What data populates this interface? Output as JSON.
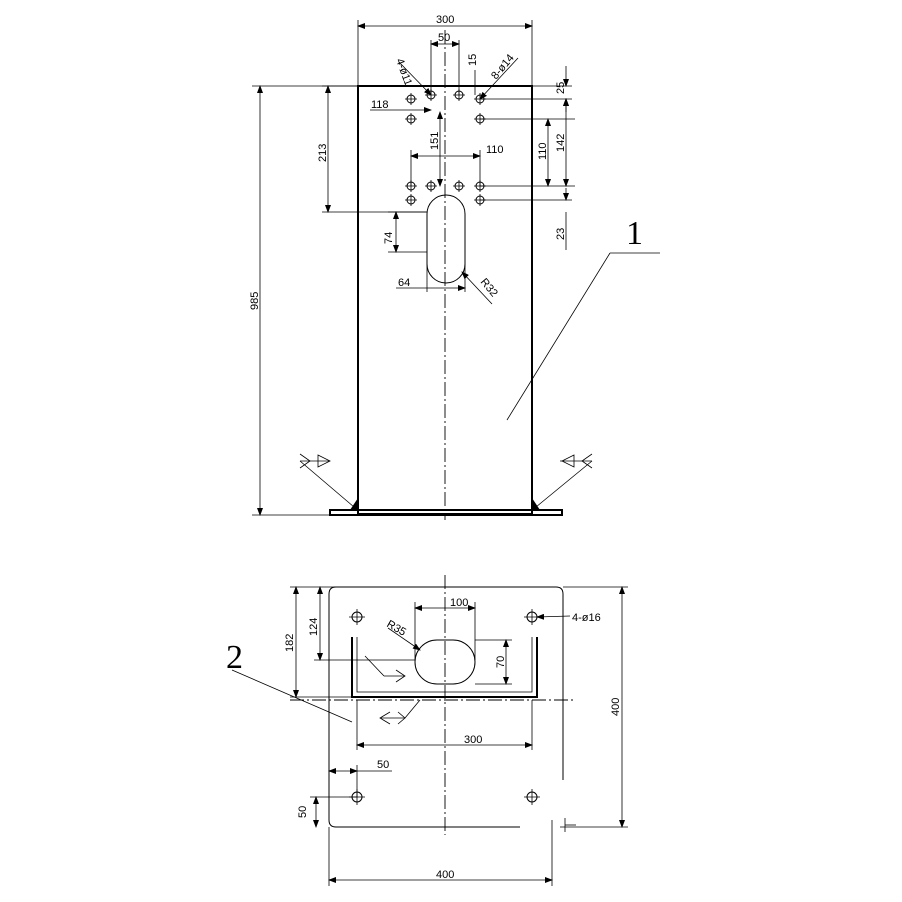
{
  "top_view": {
    "dims": {
      "width_top": "300",
      "d50": "50",
      "d15": "15",
      "d25": "25",
      "holes_a": "4-ø11",
      "holes_b": "8-ø14",
      "d118": "118",
      "d213": "213",
      "d151": "151",
      "d110h": "110",
      "d110v": "110",
      "d142": "142",
      "d23": "23",
      "d74": "74",
      "d64": "64",
      "r32": "R32",
      "height": "985"
    },
    "callout": "1"
  },
  "bottom_view": {
    "dims": {
      "d182": "182",
      "d124": "124",
      "d100": "100",
      "r35": "R35",
      "d70": "70",
      "holes": "4-ø16",
      "d300": "300",
      "d50a": "50",
      "d50b": "50",
      "d400h": "400",
      "d400v": "400"
    },
    "callout": "2"
  }
}
